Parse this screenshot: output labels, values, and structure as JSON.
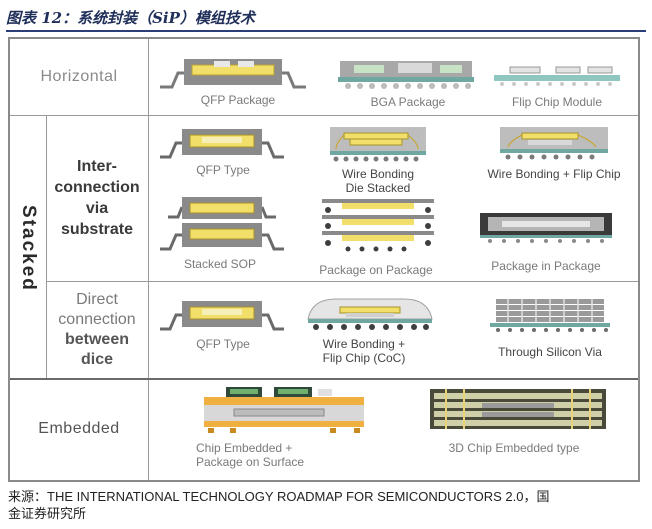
{
  "figure_title": "图表 12：系统封装（SiP）模组技术",
  "rows": {
    "horizontal": "Horizontal",
    "stacked": "Stacked",
    "interconnect": [
      "Inter-",
      "connection",
      "via",
      "substrate"
    ],
    "direct": [
      "Direct",
      "connection",
      "between",
      "dice"
    ],
    "embedded": "Embedded"
  },
  "captions": {
    "qfp_package": "QFP Package",
    "bga_package": "BGA Package",
    "flip_chip_module": "Flip Chip Module",
    "qfp_type_1": "QFP Type",
    "wire_bonding_die_stacked": [
      "Wire Bonding",
      "Die Stacked"
    ],
    "wire_bonding_flip_chip": "Wire Bonding + Flip Chip",
    "stacked_sop": "Stacked SOP",
    "package_on_package": "Package on Package",
    "package_in_package": "Package in Package",
    "qfp_type_2": "QFP Type",
    "wire_bonding_coc": [
      "Wire Bonding +",
      "Flip Chip (CoC)"
    ],
    "through_silicon_via": "Through Silicon Via",
    "chip_embedded": [
      "Chip Embedded +",
      "Package on Surface"
    ],
    "chip_3d_embedded": "3D Chip Embedded type"
  },
  "source": {
    "line1": "来源：THE INTERNATIONAL TECHNOLOGY ROADMAP FOR SEMICONDUCTORS 2.0，国",
    "line2": "金证券研究所"
  }
}
